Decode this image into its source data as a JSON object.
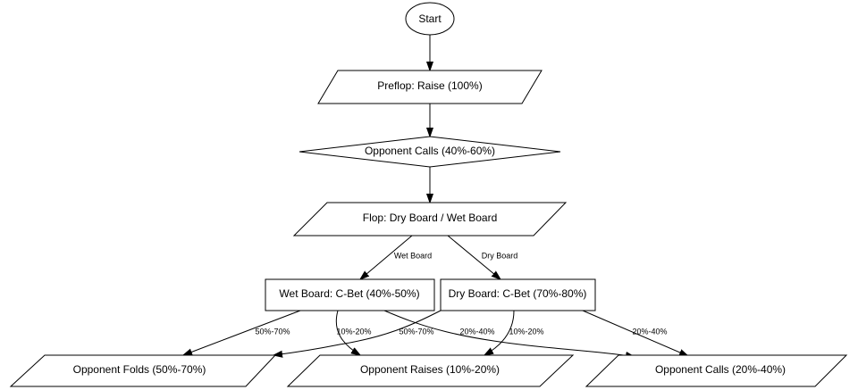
{
  "nodes": {
    "start": "Start",
    "preflop": "Preflop: Raise (100%)",
    "opp_calls_pre": "Opponent Calls (40%-60%)",
    "flop": "Flop: Dry Board / Wet Board",
    "wet": "Wet Board: C-Bet (40%-50%)",
    "dry": "Dry Board: C-Bet (70%-80%)",
    "folds": "Opponent Folds (50%-70%)",
    "raises": "Opponent Raises (10%-20%)",
    "calls": "Opponent Calls (20%-40%)"
  },
  "edges": {
    "flop_wet": "Wet Board",
    "flop_dry": "Dry Board",
    "wet_folds": "50%-70%",
    "wet_raises": "10%-20%",
    "wet_calls": "20%-40%",
    "dry_folds": "50%-70%",
    "dry_raises": "10%-20%",
    "dry_calls": "20%-40%"
  }
}
